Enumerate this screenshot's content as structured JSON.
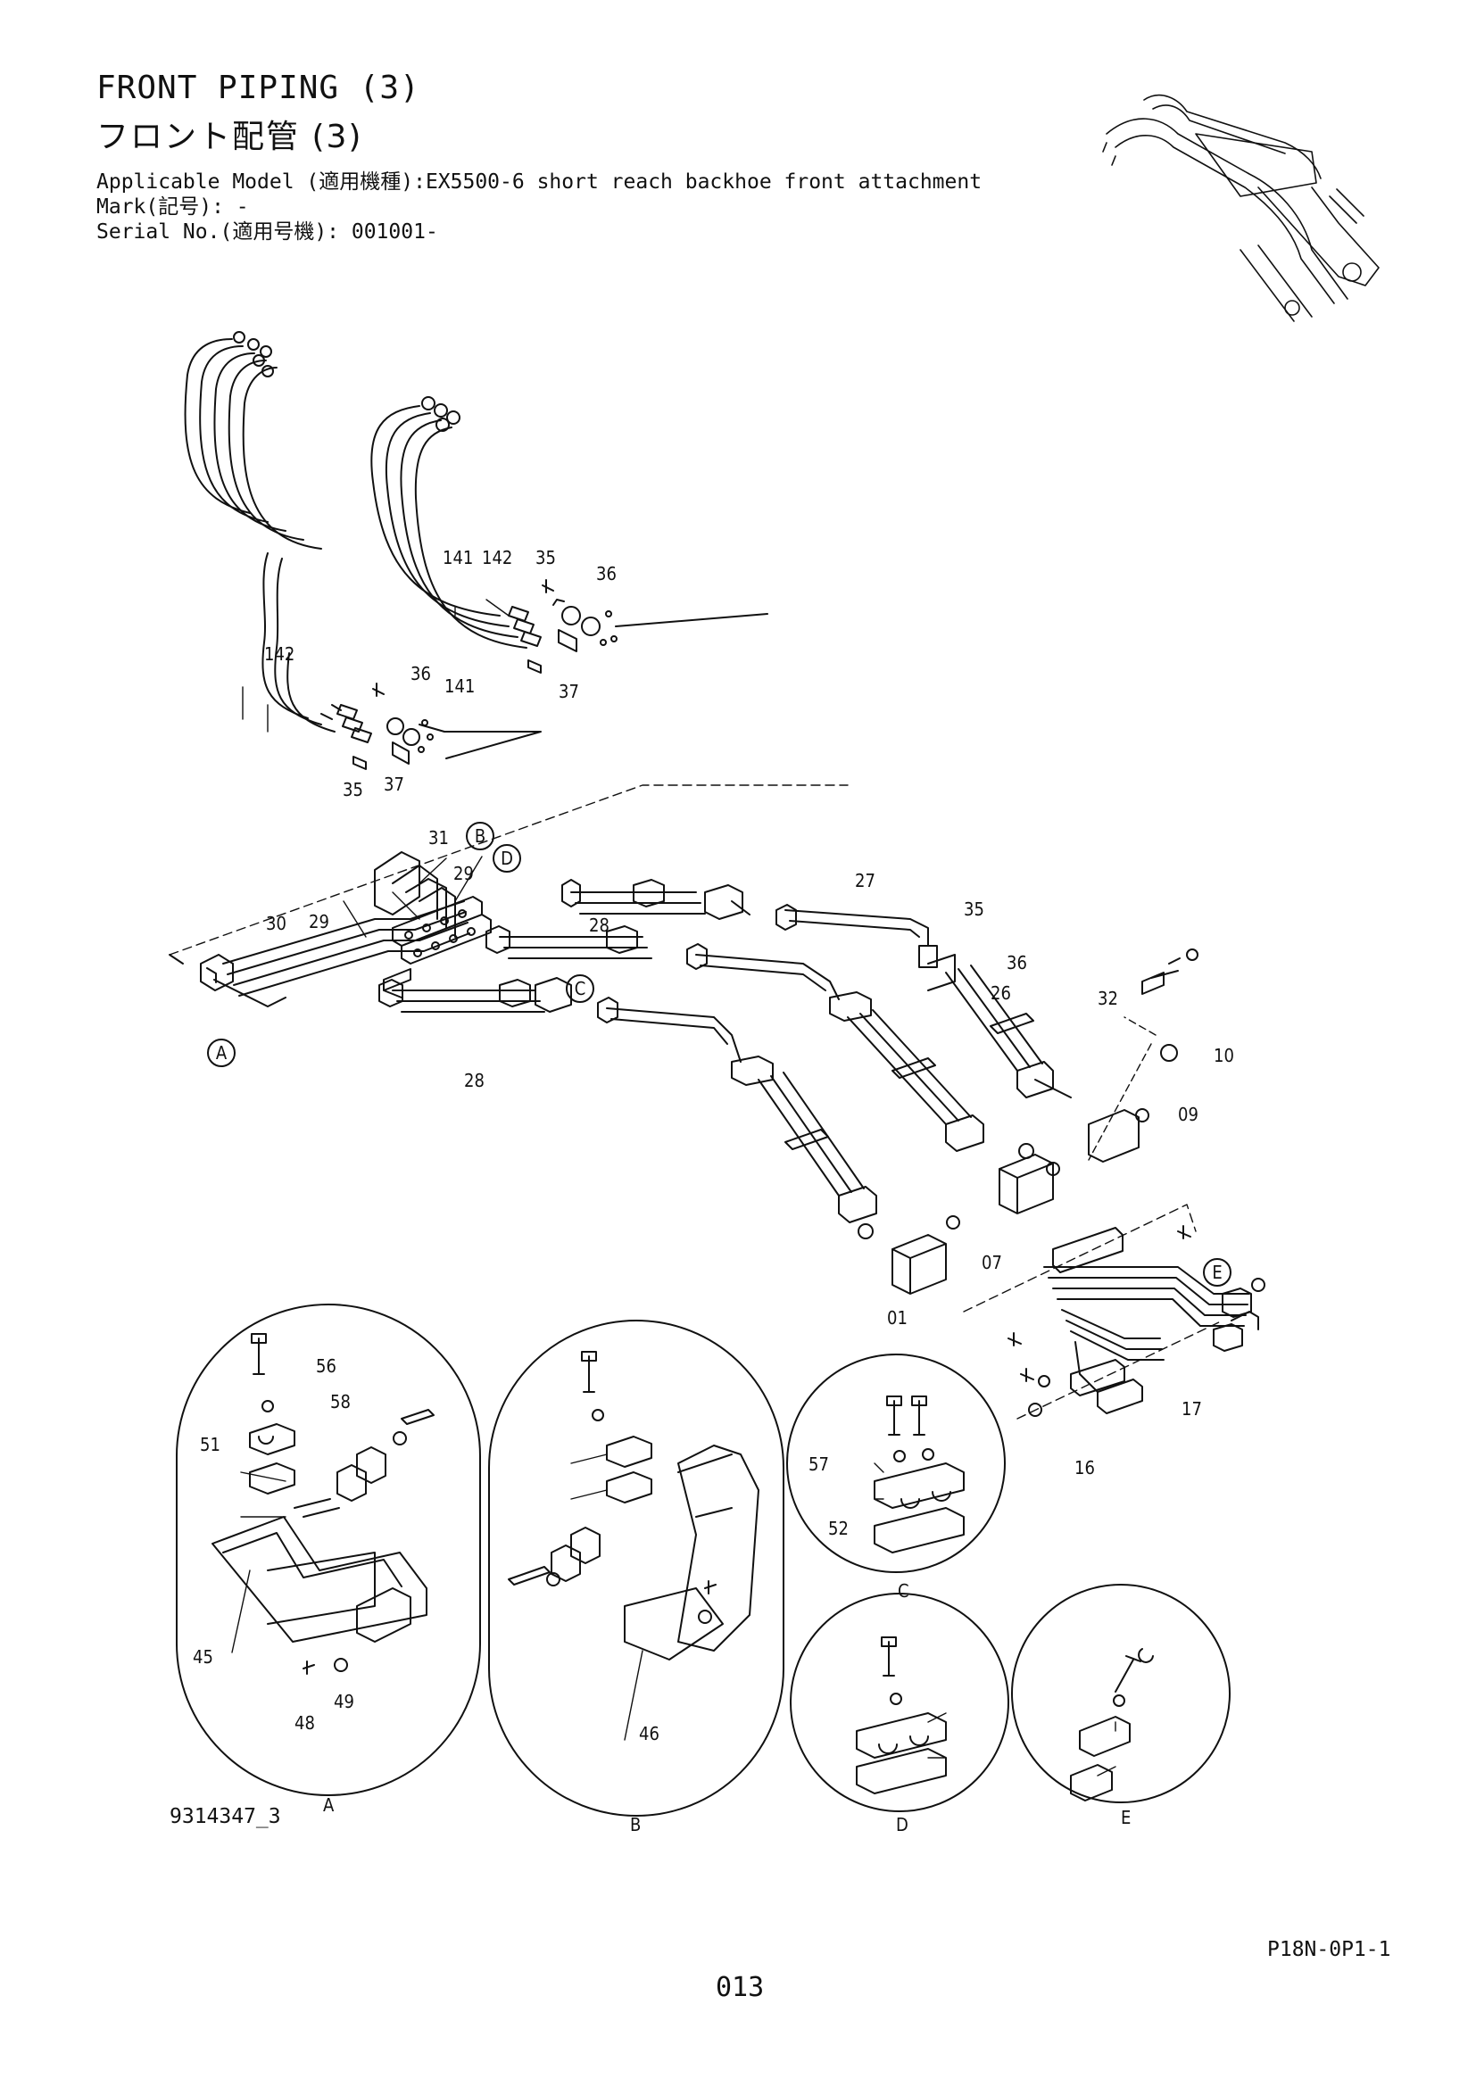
{
  "header": {
    "title_en": "FRONT PIPING (3)",
    "title_jp": "フロント配管 (3)",
    "applicable_model": "Applicable Model (適用機種):EX5500-6 short reach backhoe front attachment",
    "mark": "Mark(記号): -",
    "serial_no": "Serial No.(適用号機): 001001-"
  },
  "drawing_number": "9314347_3",
  "sheet_code": "P18N-0P1-1",
  "page_number": "013",
  "detail_views": [
    "A",
    "B",
    "C",
    "D",
    "E"
  ],
  "callout_labels": [
    "A",
    "B",
    "C",
    "D",
    "E"
  ],
  "part_numbers": [
    "141",
    "142",
    "35",
    "36",
    "37",
    "141",
    "142",
    "35",
    "36",
    "37",
    "31",
    "29",
    "30",
    "29",
    "28",
    "28",
    "27",
    "26",
    "35",
    "36",
    "10",
    "09",
    "01",
    "07",
    "32",
    "16",
    "17",
    "56",
    "58",
    "51",
    "45",
    "48",
    "49",
    "46",
    "57",
    "52"
  ]
}
